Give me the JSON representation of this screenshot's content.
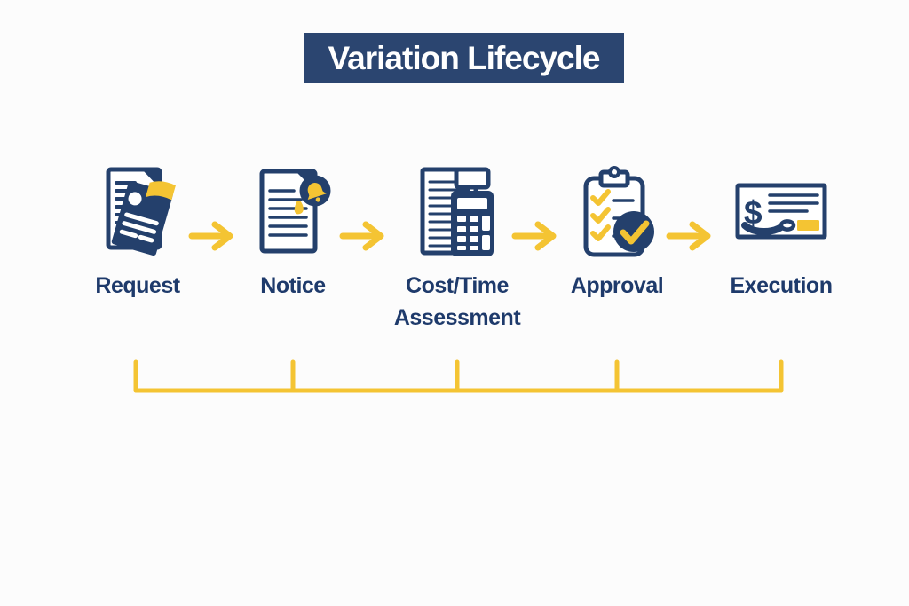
{
  "title": {
    "text": "Variation Lifecycle"
  },
  "colors": {
    "navy": "#24406C",
    "banner": "#2B4570",
    "yellow": "#F4C433",
    "label": "#1E3A6B",
    "background": "#FCFCFC",
    "white": "#FFFFFF"
  },
  "stages": [
    {
      "label": "Request",
      "icon": "request-documents-icon"
    },
    {
      "label": "Notice",
      "icon": "notice-document-bell-icon"
    },
    {
      "label": "Cost/Time Assessment",
      "icon": "cost-time-calculator-icon"
    },
    {
      "label": "Approval",
      "icon": "approval-clipboard-check-icon"
    },
    {
      "label": "Execution",
      "icon": "execution-cheque-icon"
    }
  ],
  "glyphs": {
    "dollar": "$"
  },
  "connectors": {
    "style": "arrow-right",
    "count": 4
  },
  "bracket": {
    "tick_count": 5
  }
}
